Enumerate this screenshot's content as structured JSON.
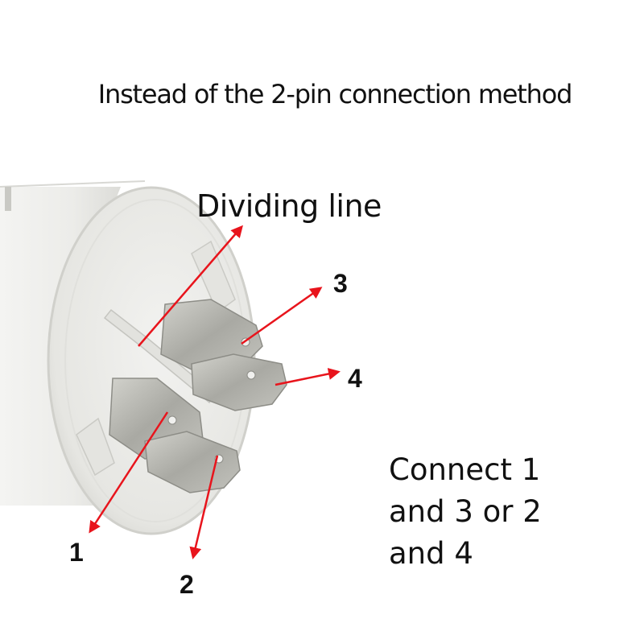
{
  "title": "Instead of the 2-pin connection method",
  "labels": {
    "dividing_line": "Dividing line",
    "pin1": "1",
    "pin2": "2",
    "pin3": "3",
    "pin4": "4"
  },
  "instruction_lines": [
    "Connect 1",
    "and 3 or 2",
    "and 4"
  ],
  "colors": {
    "arrow": "#e8141c",
    "capacitor_body": "#ececea",
    "terminal_metal": "#b7b7b2",
    "text": "#111111"
  }
}
